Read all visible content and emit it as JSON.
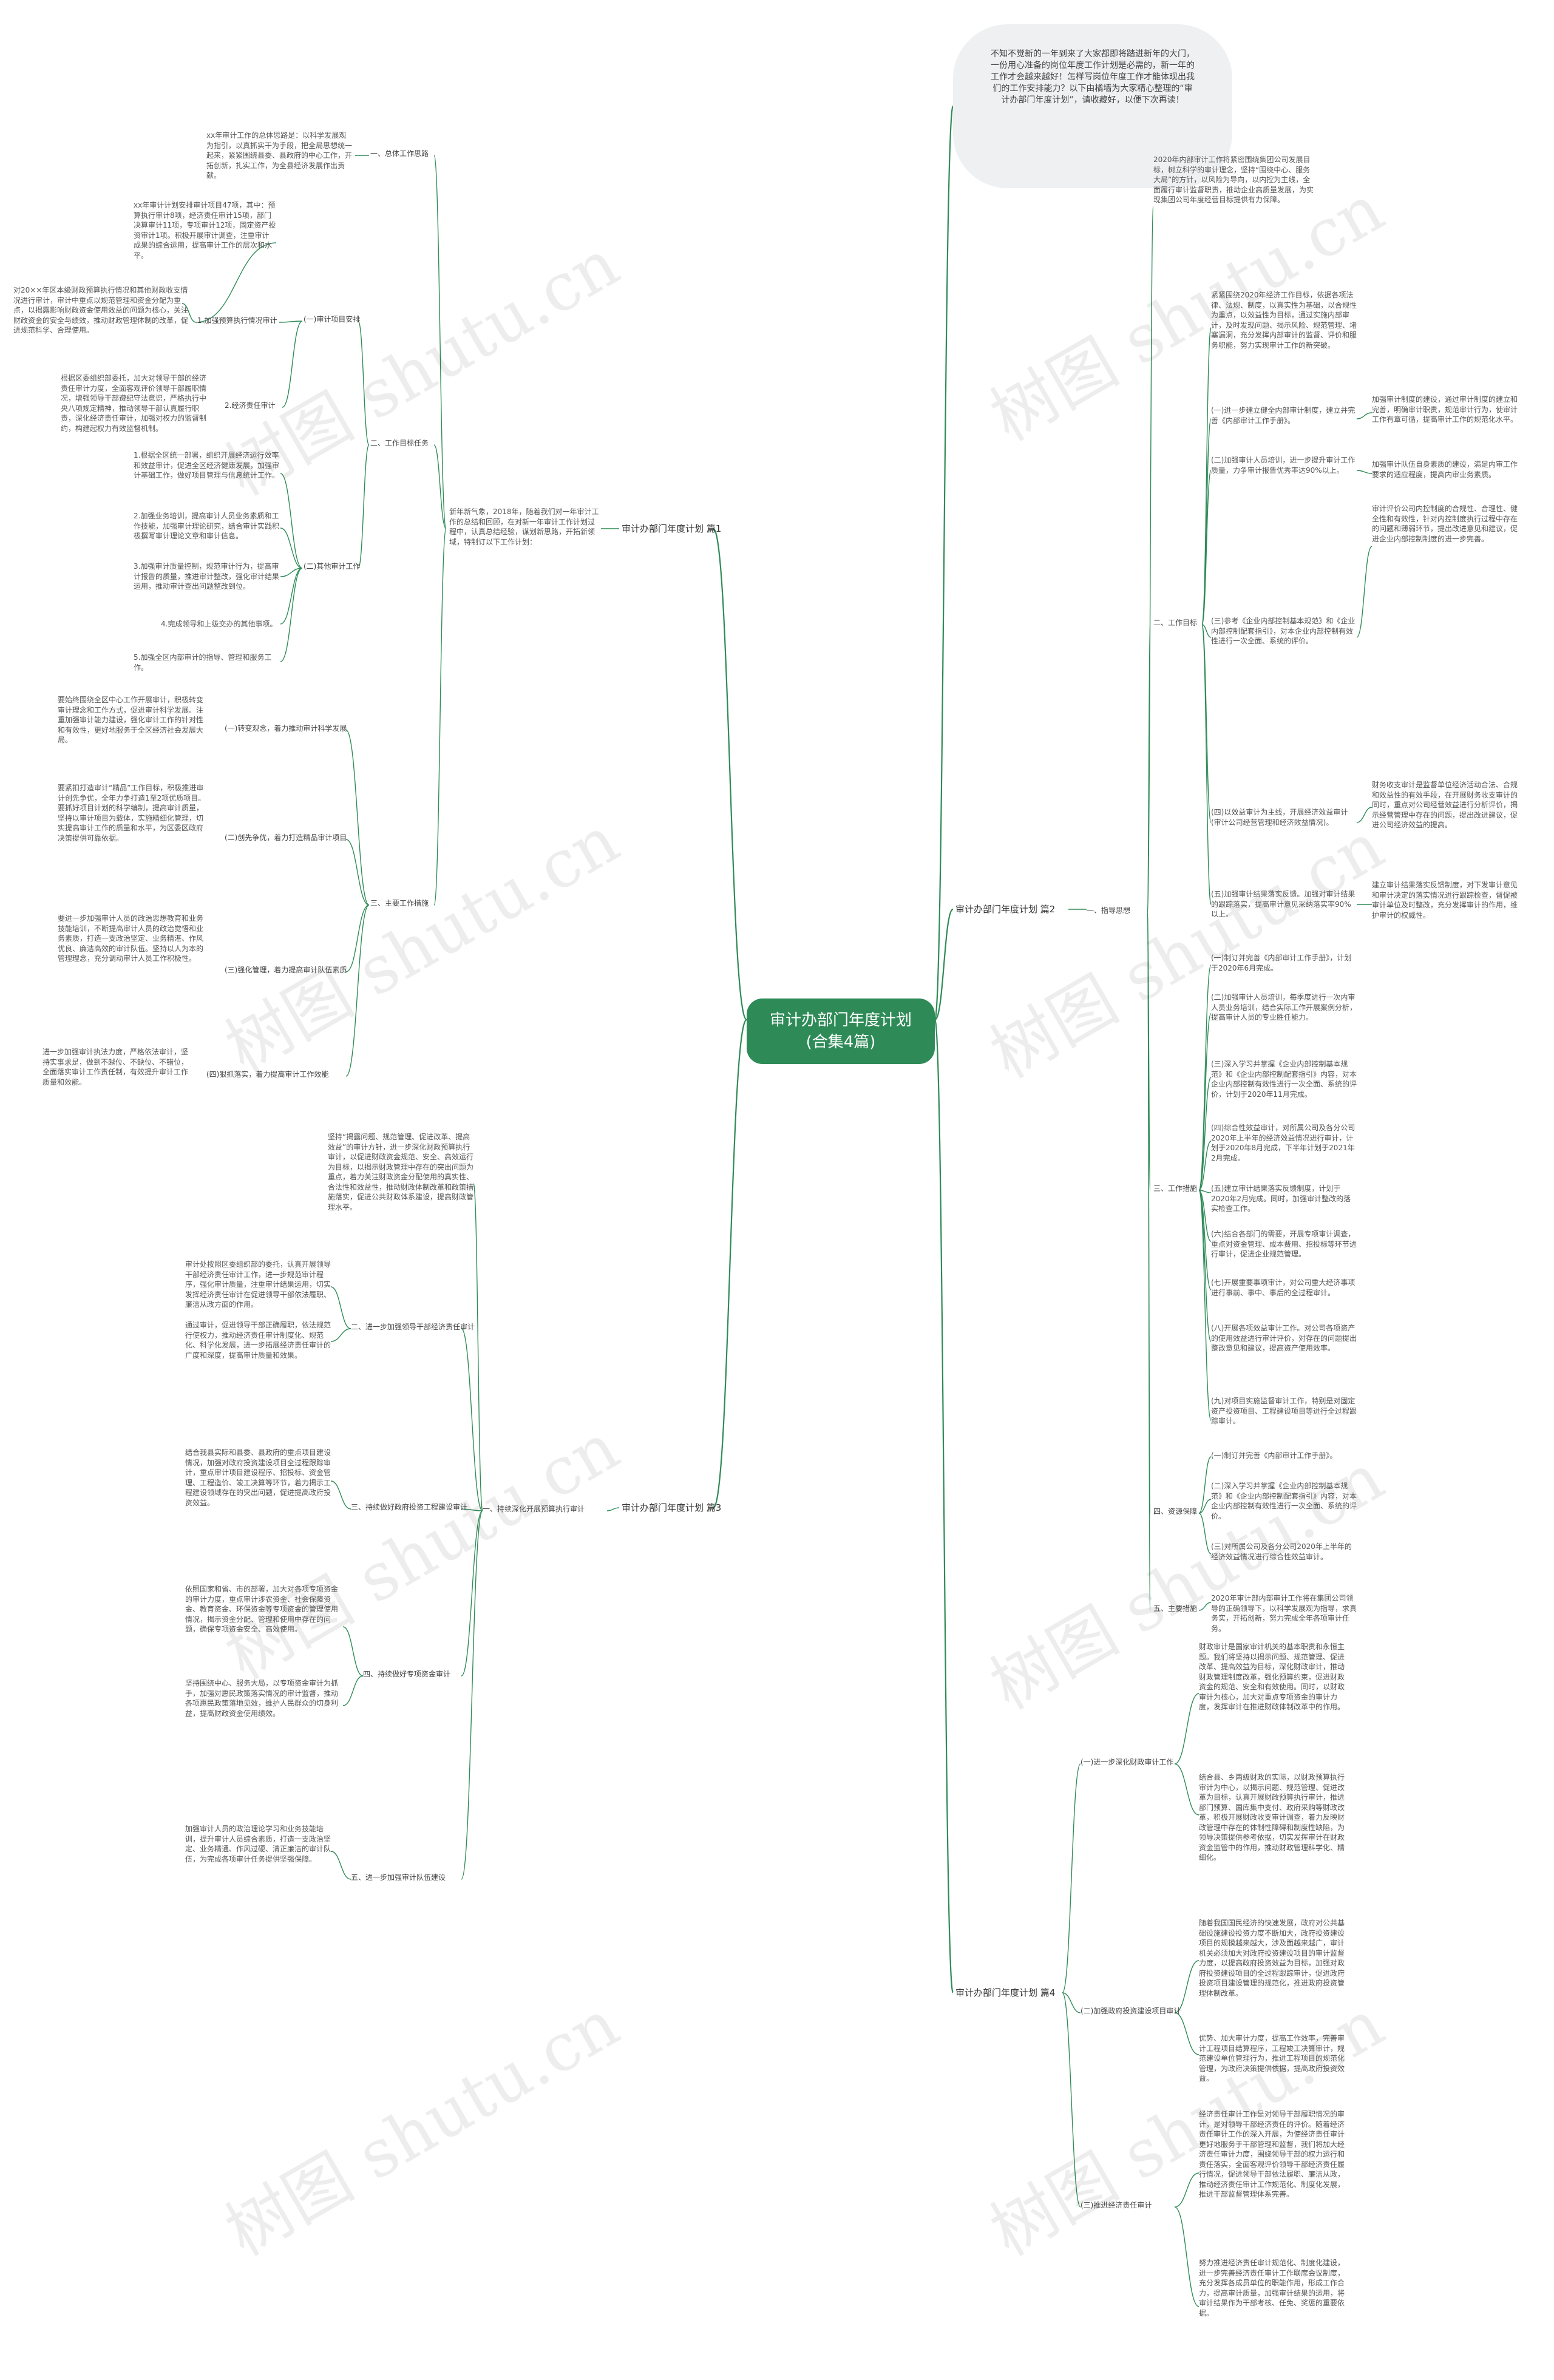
{
  "root": "审计办部门年度计划(合集4篇)",
  "intro": "不知不觉新的一年到来了大家都即将踏进新年的大门，一份用心准备的岗位年度工作计划是必需的，新一年的工作才会越来越好！怎样写岗位年度工作才能体现出我们的工作安排能力？以下由橘墙为大家精心整理的“审计办部门年度计划”，请收藏好，以便下次再读！",
  "watermark": "树图 shutu.cn",
  "p1": {
    "title": "审计办部门年度计划 篇1",
    "summary": "新年新气象，2018年，随着我们对一年审计工作的总结和回顾，在对新一年审计工作计划过程中，认真总结经验，谋划新思路，开拓新领域，特制订以下工作计划：",
    "s1_label": "一、总体工作思路",
    "s1_text": "xx年审计工作的总体思路是：以科学发展观为指引，以真抓实干为手段，把全局思想统一起来，紧紧围绕县委、县政府的中心工作，开拓创新，扎实工作，为全县经济发展作出贡献。",
    "s2_label": "二、工作目标任务",
    "s2_1_label": "(一)审计项目安排",
    "s2_1_1_label": "1.加强预算执行情况审计",
    "s2_1_1_text": "xx年审计计划安排审计项目47项，其中：预算执行审计8项，经济责任审计15项，部门决算审计11项，专项审计12项，固定资产投资审计1项。积极开展审计调查，注重审计成果的综合运用，提高审计工作的层次和水平。",
    "s2_1_1_extra": "对20××年区本级财政预算执行情况和其他财政收支情况进行审计，审计中重点以规范管理和资金分配为重点，以揭露影响财政资金使用效益的问题为核心，关注财政资金的安全与绩效，推动财政管理体制的改革，促进规范科学、合理使用。",
    "s2_1_2_label": "2.经济责任审计",
    "s2_1_2_text": "根据区委组织部委托，加大对领导干部的经济责任审计力度，全面客观评价领导干部履职情况，增强领导干部遵纪守法意识，严格执行中央八项规定精神，推动领导干部认真履行职责，深化经济责任审计，加强对权力的监督制约，构建起权力有效监督机制。",
    "s2_2_label": "(二)其他审计工作",
    "s2_2_items": [
      "1.根据全区统一部署，组织开展经济运行效率和效益审计，促进全区经济健康发展，加强审计基础工作，做好项目管理与信息统计工作。",
      "2.加强业务培训，提高审计人员业务素质和工作技能，加强审计理论研究，结合审计实践积极撰写审计理论文章和审计信息。",
      "3.加强审计质量控制，规范审计行为，提高审计报告的质量，推进审计整改，强化审计结果运用，推动审计查出问题整改到位。",
      "4.完成领导和上级交办的其他事项。",
      "5.加强全区内部审计的指导、管理和服务工作。"
    ],
    "s3_label": "三、主要工作措施",
    "s3_items": [
      {
        "label": "(一)转变观念，着力推动审计科学发展",
        "text": "要始终围绕全区中心工作开展审计，积极转变审计理念和工作方式，促进审计科学发展。注重加强审计能力建设，强化审计工作的针对性和有效性，更好地服务于全区经济社会发展大局。"
      },
      {
        "label": "(二)创先争优，着力打造精品审计项目",
        "text": "要紧扣打造审计“精品”工作目标，积极推进审计创先争优，全年力争打造1至2项优质项目。要抓好项目计划的科学编制，提高审计质量，坚持以审计项目为载体，实施精细化管理，切实提高审计工作的质量和水平，为区委区政府决策提供可靠依据。"
      },
      {
        "label": "(三)强化管理，着力提高审计队伍素质",
        "text": "要进一步加强审计人员的政治思想教育和业务技能培训，不断提高审计人员的政治觉悟和业务素质，打造一支政治坚定、业务精湛、作风优良、廉洁高效的审计队伍。坚持以人为本的管理理念，充分调动审计人员工作积极性。"
      },
      {
        "label": "(四)狠抓落实，着力提高审计工作效能",
        "text": "进一步加强审计执法力度，严格依法审计，坚持实事求是，做到不越位、不缺位、不错位，全面落实审计工作责任制，有效提升审计工作质量和效能。"
      }
    ]
  },
  "p2": {
    "title": "审计办部门年度计划 篇2",
    "s1_label": "一、指导思想",
    "s1_text": "2020年内部审计工作将紧密围绕集团公司发展目标，树立科学的审计理念，坚持“围绕中心、服务大局”的方针，以风险为导向，以内控为主线，全面履行审计监督职责，推动企业高质量发展，为实现集团公司年度经营目标提供有力保障。",
    "s2_label": "二、工作目标",
    "s2_text": "紧紧围绕2020年经济工作目标，依据各项法律、法规、制度，以真实性为基础，以合规性为重点，以效益性为目标，通过实施内部审计，及时发现问题、揭示风险、规范管理、堵塞漏洞，充分发挥内部审计的监督、评价和服务职能，努力实现审计工作的新突破。",
    "s2_items": [
      {
        "label": "(一)进一步建立健全内部审计制度，建立并完善《内部审计工作手册》。",
        "text": "加强审计制度的建设，通过审计制度的建立和完善，明确审计职责，规范审计行为，使审计工作有章可循，提高审计工作的规范化水平。"
      },
      {
        "label": "(二)加强审计人员培训，进一步提升审计工作质量，力争审计报告优秀率达90%以上。",
        "text": "加强审计队伍自身素质的建设，满足内审工作要求的适应程度，提高内审业务素质。"
      },
      {
        "label": "(三)参考《企业内部控制基本规范》和《企业内部控制配套指引》，对本企业内部控制有效性进行一次全面、系统的评价。",
        "text": "审计评价公司内控制度的合规性、合理性、健全性和有效性，针对内控制度执行过程中存在的问题和薄弱环节，提出改进意见和建议，促进企业内部控制制度的进一步完善。"
      },
      {
        "label": "(四)以效益审计为主线，开展经济效益审计(审计公司经营管理和经济效益情况)。",
        "text": "财务收支审计是监督单位经济活动合法、合规和效益性的有效手段，在开展财务收支审计的同时，重点对公司经营效益进行分析评价，揭示经营管理中存在的问题，提出改进建议，促进公司经济效益的提高。"
      },
      {
        "label": "(五)加强审计结果落实反馈。加强对审计结果的跟踪落实，提高审计意见采纳落实率90%以上。",
        "text": "建立审计结果落实反馈制度，对下发审计意见和审计决定的落实情况进行跟踪检查，督促被审计单位及时整改，充分发挥审计的作用，维护审计的权威性。"
      }
    ],
    "s3_label": "三、工作措施",
    "s3_items": [
      "(一)制订并完善《内部审计工作手册》，计划于2020年6月完成。",
      "(二)加强审计人员培训，每季度进行一次内审人员业务培训，结合实际工作开展案例分析，提高审计人员的专业胜任能力。",
      "(三)深入学习并掌握《企业内部控制基本规范》和《企业内部控制配套指引》内容，对本企业内部控制有效性进行一次全面、系统的评价，计划于2020年11月完成。",
      "(四)综合性效益审计，对所属公司及各分公司2020年上半年的经济效益情况进行审计，计划于2020年8月完成，下半年计划于2021年2月完成。",
      "(五)建立审计结果落实反馈制度，计划于2020年2月完成。同时，加强审计整改的落实检查工作。",
      "(六)结合各部门的需要，开展专项审计调查，重点对资金管理、成本费用、招投标等环节进行审计，促进企业规范管理。",
      "(七)开展重要事项审计，对公司重大经济事项进行事前、事中、事后的全过程审计。",
      "(八)开展各项效益审计工作。对公司各项资产的使用效益进行审计评价，对存在的问题提出整改意见和建议，提高资产使用效率。",
      "(九)对项目实施监督审计工作，特别是对固定资产投资项目、工程建设项目等进行全过程跟踪审计。"
    ],
    "s4_label": "四、资源保障",
    "s4_items": [
      "(一)制订并完善《内部审计工作手册》。",
      "(二)深入学习并掌握《企业内部控制基本规范》和《企业内部控制配套指引》内容，对本企业内部控制有效性进行一次全面、系统的评价。",
      "(三)对所属公司及各分公司2020年上半年的经济效益情况进行综合性效益审计。"
    ],
    "s5_label": "五、主要措施",
    "s5_text": "2020年审计部内部审计工作将在集团公司领导的正确领导下，以科学发展观为指导，求真务实，开拓创新，努力完成全年各项审计任务。"
  },
  "p3": {
    "title": "审计办部门年度计划 篇3",
    "s1_label": "一、持续深化开展预算执行审计",
    "s1_text": "坚持“揭露问题、规范管理、促进改革、提高效益”的审计方针，进一步深化财政预算执行审计，以促进财政资金规范、安全、高效运行为目标，以揭示财政管理中存在的突出问题为重点，着力关注财政资金分配使用的真实性、合法性和效益性，推动财政体制改革和政策措施落实，促进公共财政体系建设，提高财政管理水平。",
    "s2_label": "二、进一步加强领导干部经济责任审计",
    "s2_text": "审计处按照区委组织部的委托，认真开展领导干部经济责任审计工作，进一步规范审计程序，强化审计质量，注重审计结果运用，切实发挥经济责任审计在促进领导干部依法履职、廉洁从政方面的作用。",
    "s2_text2": "通过审计，促进领导干部正确履职，依法规范行使权力，推动经济责任审计制度化、规范化、科学化发展，进一步拓展经济责任审计的广度和深度，提高审计质量和效果。",
    "s3_label": "三、持续做好政府投资工程建设审计",
    "s3_text": "结合我县实际和县委、县政府的重点项目建设情况，加强对政府投资建设项目全过程跟踪审计，重点审计项目建设程序、招投标、资金管理、工程造价、竣工决算等环节，着力揭示工程建设领域存在的突出问题，促进提高政府投资效益。",
    "s4_label": "四、持续做好专项资金审计",
    "s4_text": "依照国家和省、市的部署，加大对各项专项资金的审计力度，重点审计涉农资金、社会保障资金、教育资金、环保资金等专项资金的管理使用情况，揭示资金分配、管理和使用中存在的问题，确保专项资金安全、高效使用。",
    "s4_text2": "坚持围绕中心、服务大局，以专项资金审计为抓手，加强对惠民政策落实情况的审计监督，推动各项惠民政策落地见效，维护人民群众的切身利益，提高财政资金使用绩效。",
    "s5_label": "五、进一步加强审计队伍建设",
    "s5_text": "加强审计人员的政治理论学习和业务技能培训，提升审计人员综合素质，打造一支政治坚定、业务精通、作风过硬、清正廉洁的审计队伍，为完成各项审计任务提供坚强保障。"
  },
  "p4": {
    "title": "审计办部门年度计划 篇4",
    "s1_label": "(一)进一步深化财政审计工作",
    "s1_text": "财政审计是国家审计机关的基本职责和永恒主题。我们将坚持以揭示问题、规范管理、促进改革、提高效益为目标，深化财政审计，推动财政管理制度改革，强化预算约束，促进财政资金的规范、安全和有效使用。同时，以财政审计为核心，加大对重点专项资金的审计力度，发挥审计在推进财政体制改革中的作用。",
    "s1_text2": "结合县、乡两级财政的实际，以财政预算执行审计为中心，以揭示问题、规范管理、促进改革为目标，认真开展财政预算执行审计，推进部门预算、国库集中支付、政府采购等财政改革，积极开展财政收支审计调查，着力反映财政管理中存在的体制性障碍和制度性缺陷，为领导决策提供参考依据，切实发挥审计在财政资金监管中的作用，推动财政管理科学化、精细化。",
    "s2_label": "(二)加强政府投资建设项目审计",
    "s2_text": "随着我国国民经济的快速发展，政府对公共基础设施建设投资力度不断加大，政府投资建设项目的规模越来越大，涉及面越来越广，审计机关必须加大对政府投资建设项目的审计监督力度，以提高政府投资效益为目标，加强对政府投资建设项目的全过程跟踪审计，促进政府投资项目建设管理的规范化，推进政府投资管理体制改革。",
    "s2_text2": "优势、加大审计力度，提高工作效率，完善审计工程项目结算程序，工程竣工决算审计，规范建设单位管理行为，推进工程项目的规范化管理，为政府决策提供依据，提高政府投资效益。",
    "s3_label": "(三)推进经济责任审计",
    "s3_text": "经济责任审计工作是对领导干部履职情况的审计，是对领导干部经济责任的评价。随着经济责任审计工作的深入开展，为使经济责任审计更好地服务于干部管理和监督，我们将加大经济责任审计力度，围绕领导干部的权力运行和责任落实，全面客观评价领导干部经济责任履行情况，促进领导干部依法履职、廉洁从政，推动经济责任审计工作规范化、制度化发展，推进干部监督管理体系完善。",
    "s3_text2": "努力推进经济责任审计规范化、制度化建设，进一步完善经济责任审计工作联席会议制度，充分发挥各成员单位的职能作用，形成工作合力，提高审计质量，加强审计结果的运用，将审计结果作为干部考核、任免、奖惩的重要依据。"
  }
}
